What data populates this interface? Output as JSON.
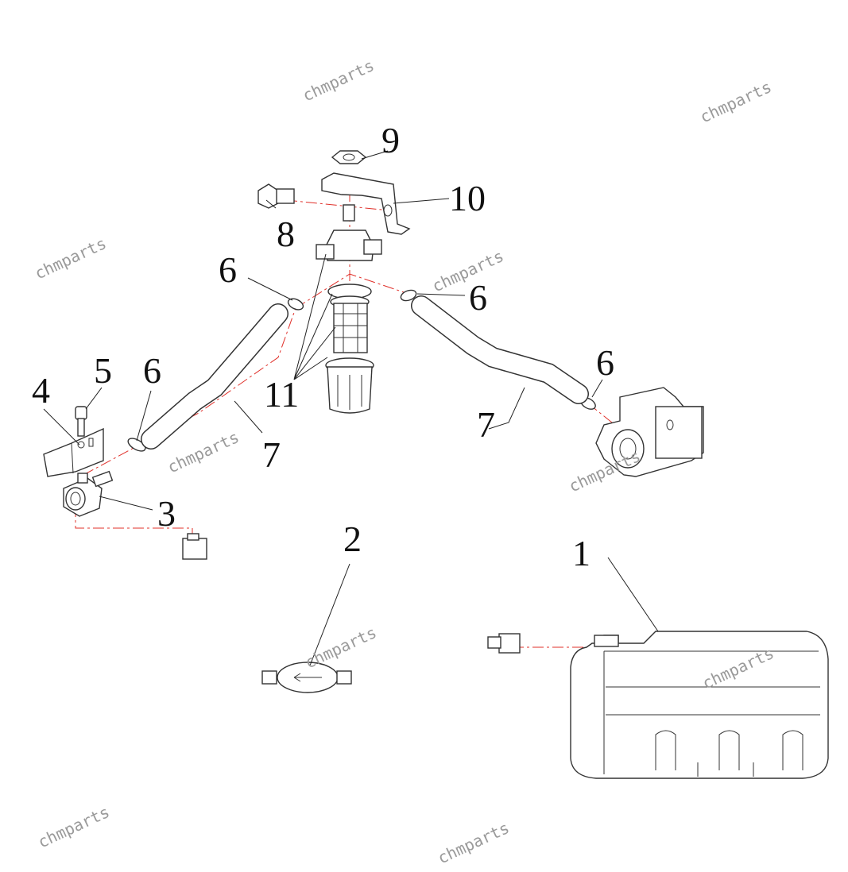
{
  "watermark": "chmparts",
  "part_numbers": {
    "p1": "1",
    "p2": "2",
    "p3": "3",
    "p4": "4",
    "p5": "5",
    "p6a": "6",
    "p6b": "6",
    "p6c": "6",
    "p6d": "6",
    "p7a": "7",
    "p7b": "7",
    "p8": "8",
    "p9": "9",
    "p10": "10",
    "p11": "11"
  },
  "colors": {
    "centerline": "#e0302a",
    "line": "#333333",
    "watermark": "#9a9a9a"
  }
}
